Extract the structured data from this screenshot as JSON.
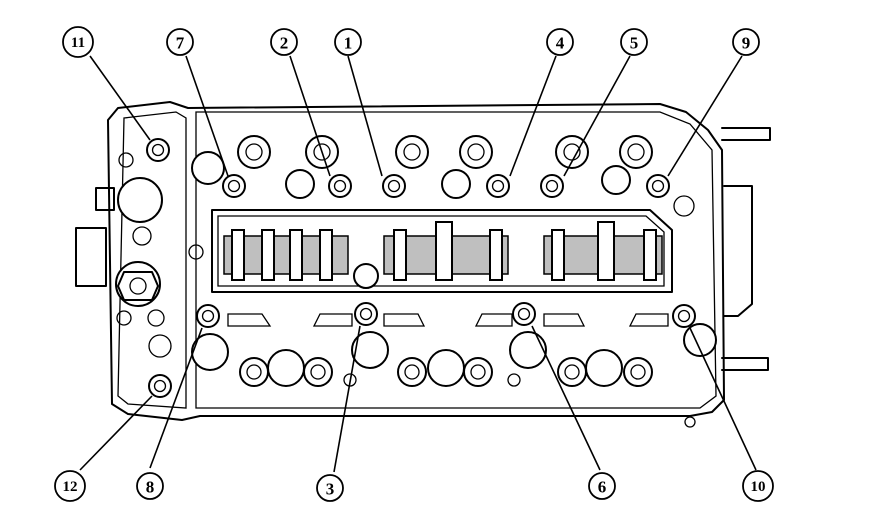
{
  "callouts": [
    {
      "id": "1",
      "label": "1"
    },
    {
      "id": "2",
      "label": "2"
    },
    {
      "id": "3",
      "label": "3"
    },
    {
      "id": "4",
      "label": "4"
    },
    {
      "id": "5",
      "label": "5"
    },
    {
      "id": "6",
      "label": "6"
    },
    {
      "id": "7",
      "label": "7"
    },
    {
      "id": "8",
      "label": "8"
    },
    {
      "id": "9",
      "label": "9"
    },
    {
      "id": "10",
      "label": "10"
    },
    {
      "id": "11",
      "label": "11"
    },
    {
      "id": "12",
      "label": "12"
    }
  ],
  "colors": {
    "line": "#000000",
    "background": "#ffffff",
    "shade": "#bfbfbf"
  }
}
